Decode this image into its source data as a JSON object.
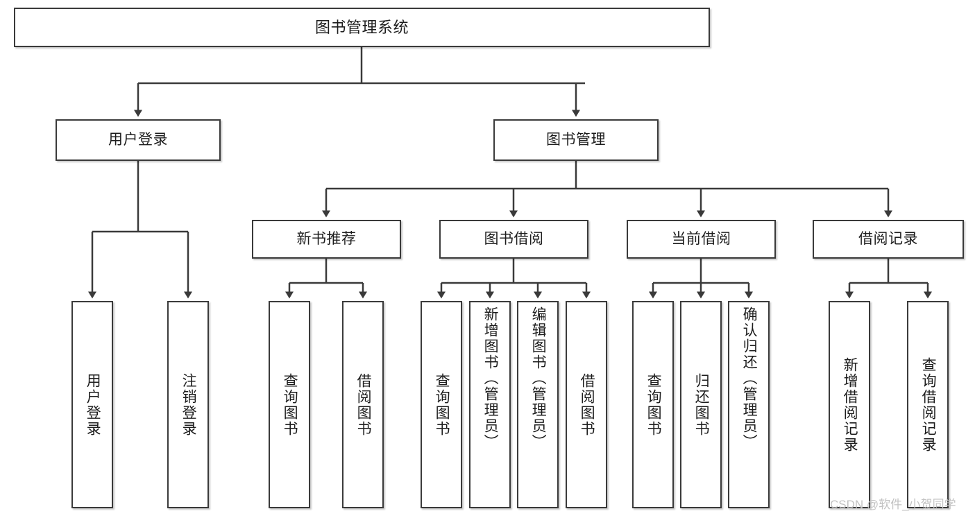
{
  "diagram": {
    "title": "图书管理系统",
    "type": "功能结构图",
    "watermark": "CSDN @软件_小贺同学",
    "colors": {
      "border": "#3a3a3a",
      "background": "#ffffff",
      "text": "#1d1d1d",
      "connector": "#3a3a3a",
      "watermark": "#c2c2c2"
    }
  },
  "nodes": {
    "root": {
      "label": "图书管理系统"
    },
    "level2": [
      {
        "label": "用户登录"
      },
      {
        "label": "图书管理"
      }
    ],
    "level3": [
      {
        "label": "新书推荐"
      },
      {
        "label": "图书借阅"
      },
      {
        "label": "当前借阅"
      },
      {
        "label": "借阅记录"
      }
    ],
    "leaves": {
      "user_login": [
        {
          "label": "用户登录"
        },
        {
          "label": "注销登录"
        }
      ],
      "new_book_recommend": [
        {
          "label": "查询图书"
        },
        {
          "label": "借阅图书"
        }
      ],
      "book_borrow": [
        {
          "label": "查询图书"
        },
        {
          "label": "新增图书（管理员）"
        },
        {
          "label": "编辑图书（管理员）"
        },
        {
          "label": "借阅图书"
        }
      ],
      "current_borrow": [
        {
          "label": "查询图书"
        },
        {
          "label": "归还图书"
        },
        {
          "label": "确认归还（管理员）"
        }
      ],
      "borrow_record": [
        {
          "label": "新增借阅记录"
        },
        {
          "label": "查询借阅记录"
        }
      ]
    }
  }
}
